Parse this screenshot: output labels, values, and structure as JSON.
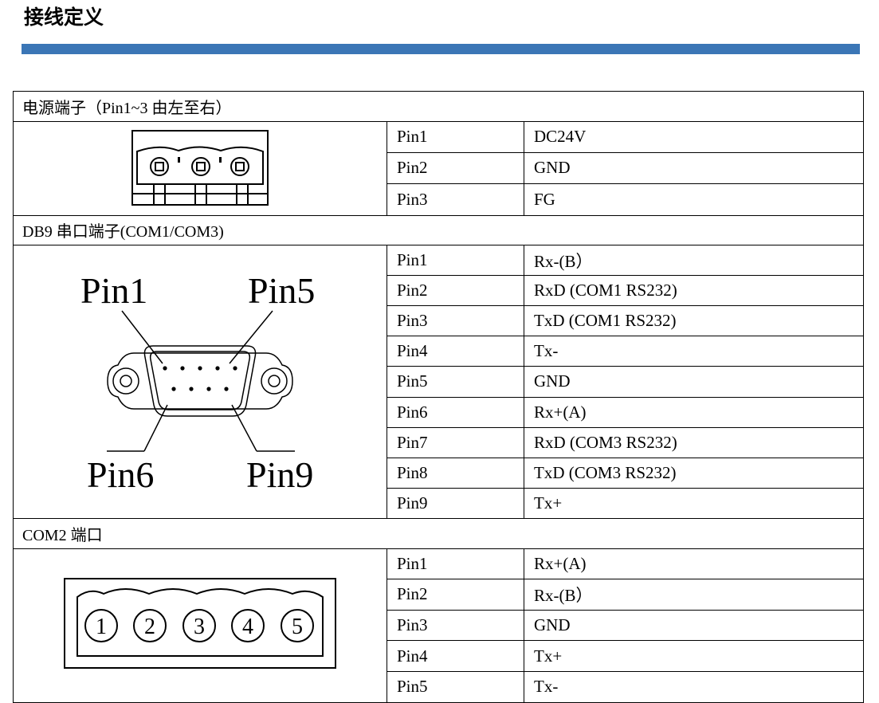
{
  "title": "接线定义",
  "colors": {
    "accent_bar": "#3b76b6"
  },
  "power": {
    "header": "电源端子（Pin1~3 由左至右）",
    "rows": [
      {
        "pin": "Pin1",
        "signal": "DC24V"
      },
      {
        "pin": "Pin2",
        "signal": "GND"
      },
      {
        "pin": "Pin3",
        "signal": "FG"
      }
    ]
  },
  "db9": {
    "header": "DB9 串口端子(COM1/COM3)",
    "diagram_labels": {
      "top_left": "Pin1",
      "top_right": "Pin5",
      "bottom_left": "Pin6",
      "bottom_right": "Pin9"
    },
    "rows": [
      {
        "pin": "Pin1",
        "signal": "Rx-(B）"
      },
      {
        "pin": "Pin2",
        "signal": "RxD (COM1 RS232)"
      },
      {
        "pin": "Pin3",
        "signal": "TxD (COM1 RS232)"
      },
      {
        "pin": "Pin4",
        "signal": "Tx-"
      },
      {
        "pin": "Pin5",
        "signal": "GND"
      },
      {
        "pin": "Pin6",
        "signal": "Rx+(A)"
      },
      {
        "pin": "Pin7",
        "signal": "RxD (COM3 RS232)"
      },
      {
        "pin": "Pin8",
        "signal": "TxD (COM3 RS232)"
      },
      {
        "pin": "Pin9",
        "signal": "Tx+"
      }
    ]
  },
  "com2": {
    "header": "COM2 端口",
    "terminal_numbers": [
      "1",
      "2",
      "3",
      "4",
      "5"
    ],
    "rows": [
      {
        "pin": "Pin1",
        "signal": "Rx+(A)"
      },
      {
        "pin": "Pin2",
        "signal": "Rx-(B）"
      },
      {
        "pin": "Pin3",
        "signal": "GND"
      },
      {
        "pin": "Pin4",
        "signal": "Tx+"
      },
      {
        "pin": "Pin5",
        "signal": "Tx-"
      }
    ]
  }
}
